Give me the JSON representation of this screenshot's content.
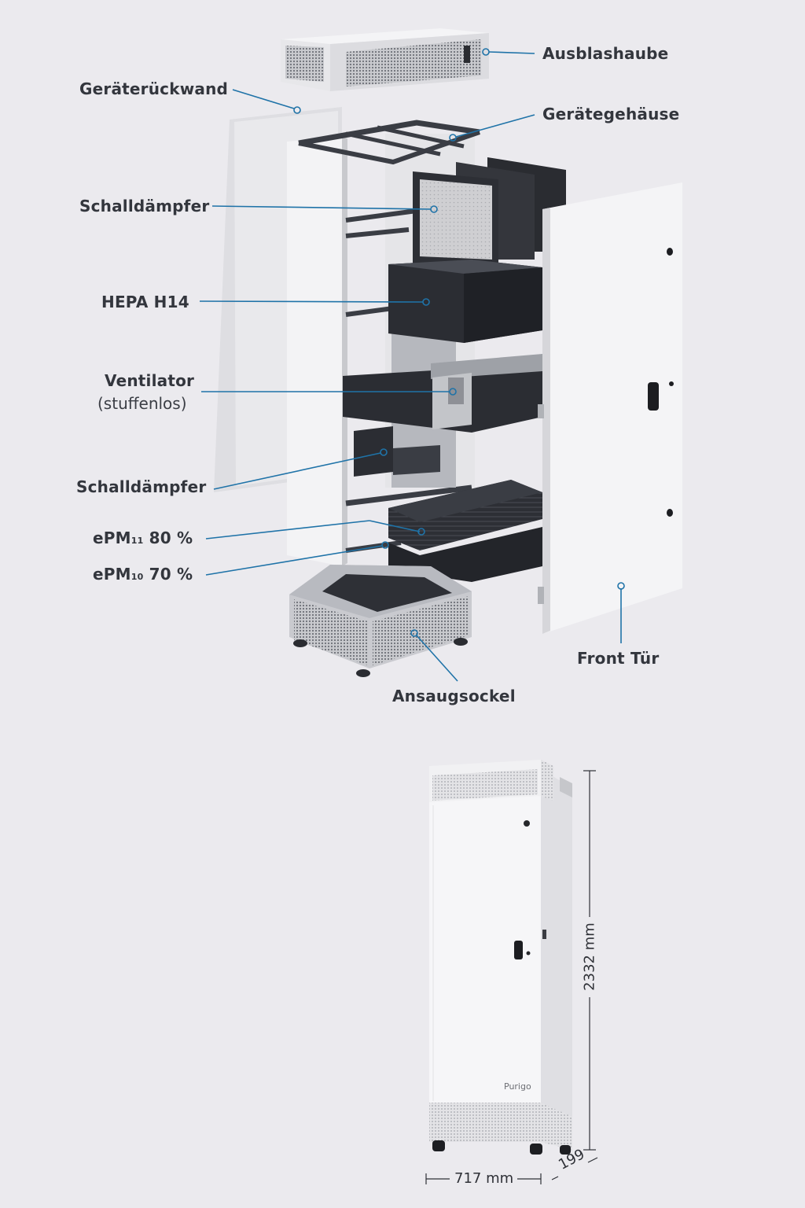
{
  "colors": {
    "background": "#ebeaee",
    "callout_line": "#1f73a8",
    "label_text": "#33363d",
    "panel_light": "#f2f2f4",
    "panel_shade": "#d9d9dd",
    "frame_dark": "#3a3d44",
    "filter_dark": "#2b2d33",
    "metal": "#b9bcc2"
  },
  "exploded_view": {
    "labels": {
      "ausblashaube": "Ausblashaube",
      "geraeterueckwand": "Geräterückwand",
      "geraetegehaeuse": "Gerätegehäuse",
      "schalldaempfer_top": "Schalldämpfer",
      "hepa": "HEPA H14",
      "ventilator": "Ventilator",
      "ventilator_sub": "(stuffenlos)",
      "schalldaempfer_bottom": "Schalldämpfer",
      "epm11_prefix": "ePM",
      "epm11_sub": "11",
      "epm11_value": "80 %",
      "epm10_prefix": "ePM",
      "epm10_sub": "10",
      "epm10_value": "70 %",
      "front_tuer": "Front Tür",
      "ansaugsockel": "Ansaugsockel"
    }
  },
  "assembled_view": {
    "brand_logo": "Purigo",
    "dimensions": {
      "height": "2332 mm",
      "width": "717 mm",
      "depth": "199"
    }
  }
}
